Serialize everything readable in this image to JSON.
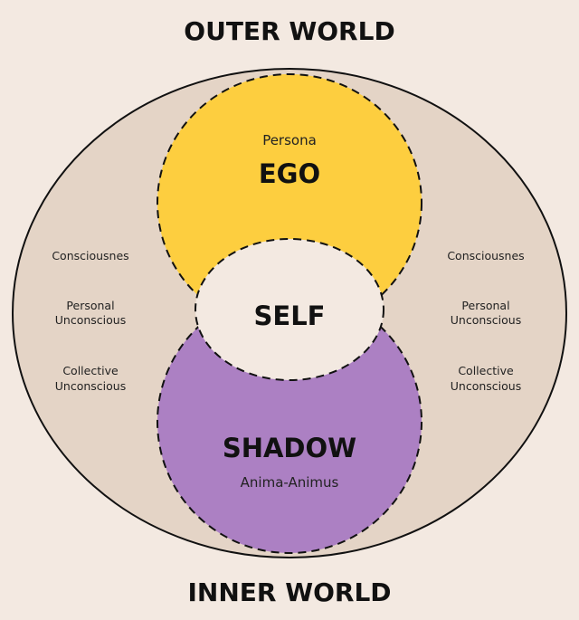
{
  "headings": {
    "outer": "OUTER WORLD",
    "inner": "INNER WORLD"
  },
  "ego": {
    "title": "EGO",
    "subtitle": "Persona"
  },
  "self": {
    "title": "SELF"
  },
  "shadow": {
    "title": "SHADOW",
    "subtitle": "Anima-Animus"
  },
  "levels": {
    "consciousness": "Consciousnes",
    "personal": [
      "Personal",
      "Unconscious"
    ],
    "collective": [
      "Collective",
      "Unconscious"
    ]
  },
  "colors": {
    "background": "#f3e9e1",
    "outer_ellipse": "#e4d4c6",
    "ego": "#fdce3f",
    "shadow": "#ac80c3",
    "self": "#f3e9e1",
    "outline": "#111111"
  }
}
